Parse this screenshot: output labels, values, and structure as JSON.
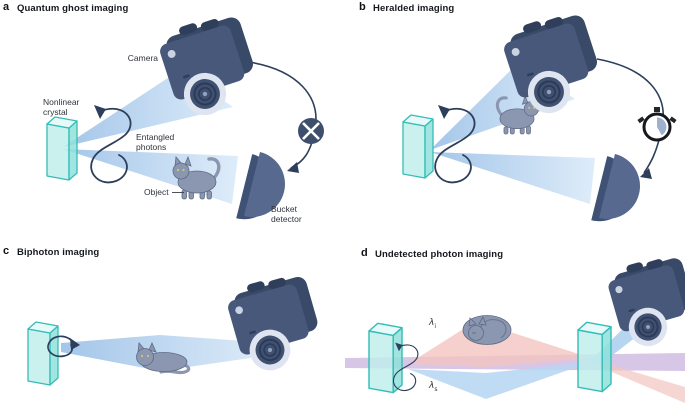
{
  "figure": {
    "panels": {
      "a": {
        "letter": "a",
        "title": "Quantum ghost imaging",
        "labels": {
          "camera": "Camera",
          "nonlinear_crystal": "Nonlinear\ncrystal",
          "entangled_photons": "Entangled\nphotons",
          "object": "Object",
          "bucket_detector": "Bucket\ndetector"
        }
      },
      "b": {
        "letter": "b",
        "title": "Heralded imaging"
      },
      "c": {
        "letter": "c",
        "title": "Biphoton imaging"
      },
      "d": {
        "letter": "d",
        "title": "Undetected photon imaging",
        "labels": {
          "lambda_idler_symbol": "λ",
          "lambda_idler_sub": "i",
          "lambda_signal_symbol": "λ",
          "lambda_signal_sub": "s"
        }
      }
    },
    "icons": {
      "coincidence": "multiply-circle-icon",
      "timer": "stopwatch-icon",
      "photon_pair": "entangled-loop-icon"
    },
    "colors": {
      "beam_blue": "#b7d2ef",
      "crystal_teal": "#3abdb6",
      "camera_navy": "#47587a",
      "detector_slate": "#57698e",
      "idler_pink": "#f2c4c0",
      "pump_purple": "#cdb6e0",
      "signal_blue": "#b5d6f2",
      "arrow_navy": "#2e3f5c",
      "cat_gray": "#8b96b0"
    }
  }
}
